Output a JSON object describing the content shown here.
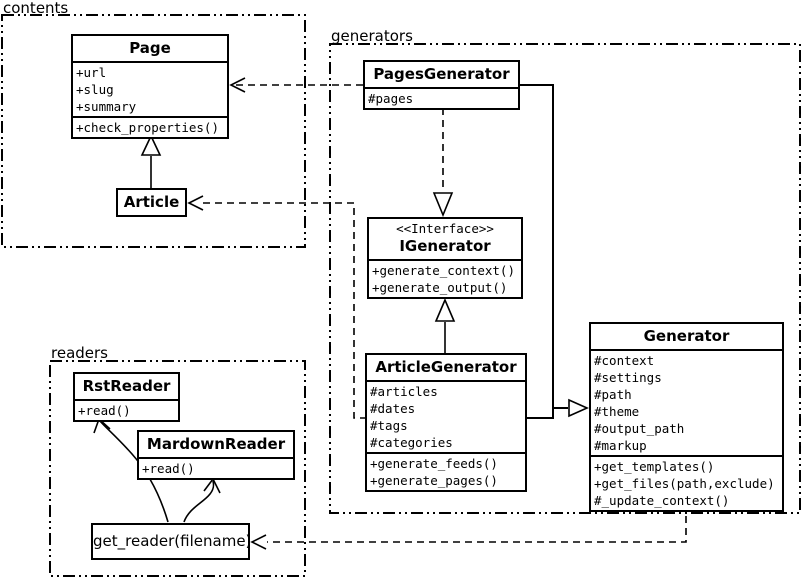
{
  "colors": {
    "ink": "#000000",
    "paper": "#ffffff"
  },
  "packages": {
    "contents": {
      "label": "contents"
    },
    "generators": {
      "label": "generators"
    },
    "readers": {
      "label": "readers"
    }
  },
  "classes": {
    "page": {
      "name": "Page",
      "attributes": [
        "+url",
        "+slug",
        "+summary"
      ],
      "methods": [
        "+check_properties()"
      ]
    },
    "article": {
      "name": "Article"
    },
    "pages_generator": {
      "name": "PagesGenerator",
      "attributes": [
        "#pages"
      ]
    },
    "igenerator": {
      "stereotype": "<<Interface>>",
      "name": "IGenerator",
      "methods": [
        "+generate_context()",
        "+generate_output()"
      ]
    },
    "article_generator": {
      "name": "ArticleGenerator",
      "attributes": [
        "#articles",
        "#dates",
        "#tags",
        "#categories"
      ],
      "methods": [
        "+generate_feeds()",
        "+generate_pages()"
      ]
    },
    "generator": {
      "name": "Generator",
      "attributes": [
        "#context",
        "#settings",
        "#path",
        "#theme",
        "#output_path",
        "#markup"
      ],
      "methods": [
        "+get_templates()",
        "+get_files(path,exclude)",
        "#_update_context()"
      ]
    },
    "rst_reader": {
      "name": "RstReader",
      "methods": [
        "+read()"
      ]
    },
    "mardown_reader": {
      "name": "MardownReader",
      "methods": [
        "+read()"
      ]
    },
    "get_reader": {
      "label": "get_reader(filename)"
    }
  }
}
